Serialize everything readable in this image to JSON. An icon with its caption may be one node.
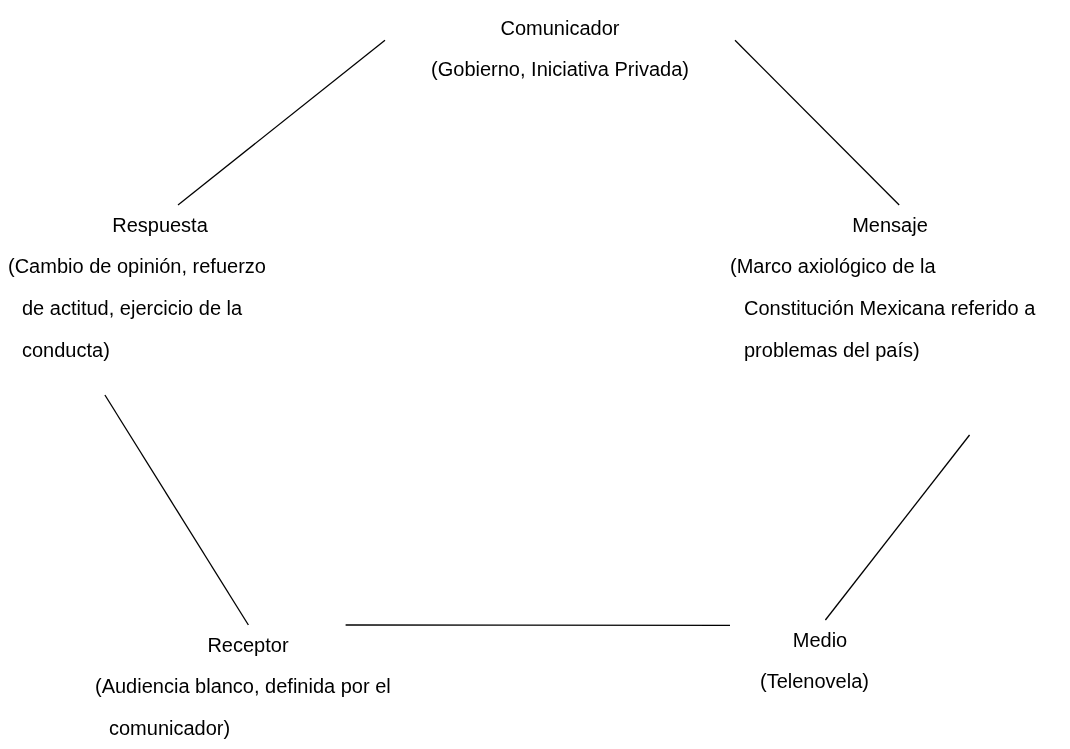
{
  "diagram": {
    "nodes": [
      {
        "text": [
          "Comunicador",
          "(Gobierno, Iniciativa Privada)"
        ]
      },
      {
        "text": [
          "Respuesta",
          "(Cambio de opinión, refuerzo de actitud, ejercicio de la conducta)"
        ]
      },
      {
        "text": [
          "Mensaje",
          "(Marco axiológico de la Constitución Mexicana referido a problemas del país)"
        ]
      },
      {
        "text": [
          "Receptor",
          "(Audiencia blanco, definida por el comunicador)"
        ]
      },
      {
        "text": [
          "Medio",
          "(Telenovela)"
        ]
      }
    ],
    "edges": [
      {
        "from": 0,
        "to": 2,
        "arrow": "none"
      },
      {
        "from": 2,
        "to": 4,
        "arrow": "none"
      },
      {
        "from": 4,
        "to": 3,
        "arrow": "none"
      },
      {
        "from": 3,
        "to": 1,
        "arrow": "none"
      },
      {
        "from": 1,
        "to": 0,
        "arrow": "none"
      }
    ]
  }
}
